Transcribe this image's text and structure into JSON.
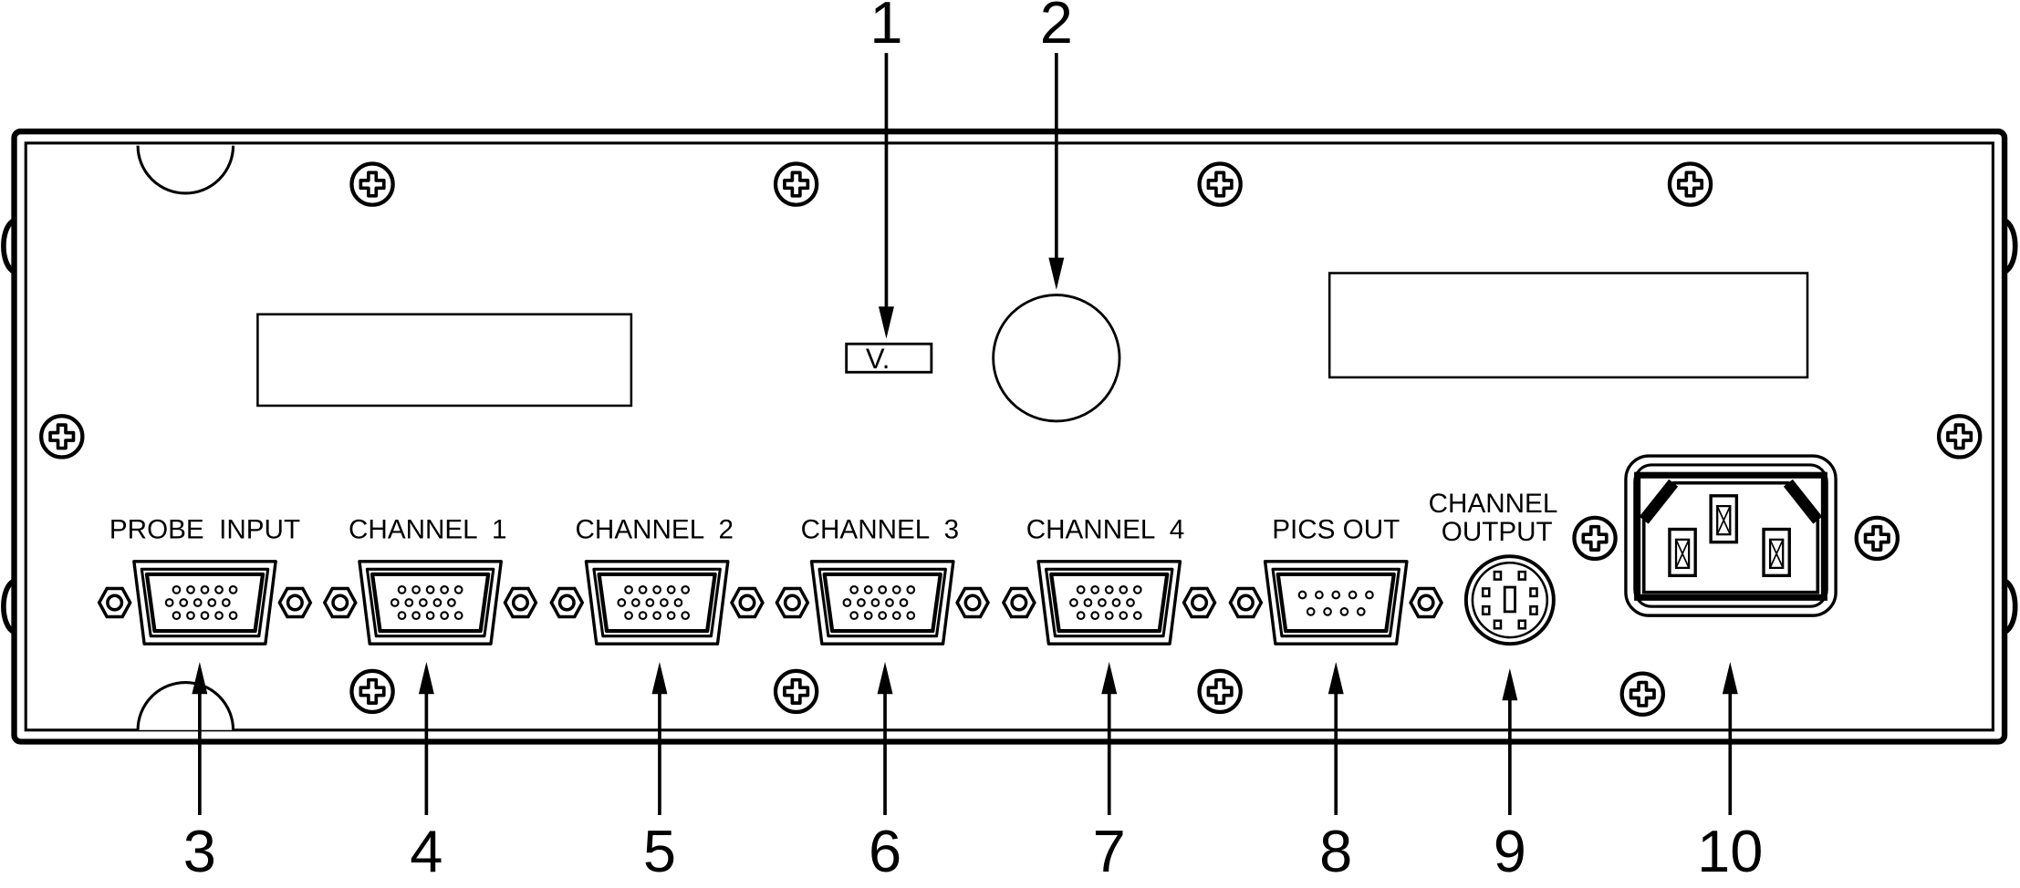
{
  "callouts": [
    "1",
    "2",
    "3",
    "4",
    "5",
    "6",
    "7",
    "8",
    "9",
    "10"
  ],
  "port_labels": {
    "probe_input": "PROBE  INPUT",
    "channel_1": "CHANNEL  1",
    "channel_2": "CHANNEL  2",
    "channel_3": "CHANNEL  3",
    "channel_4": "CHANNEL  4",
    "pics_out": "PICS OUT",
    "channel_output_line1": "CHANNEL",
    "channel_output_line2": "OUTPUT"
  },
  "voltage_plate": "V."
}
